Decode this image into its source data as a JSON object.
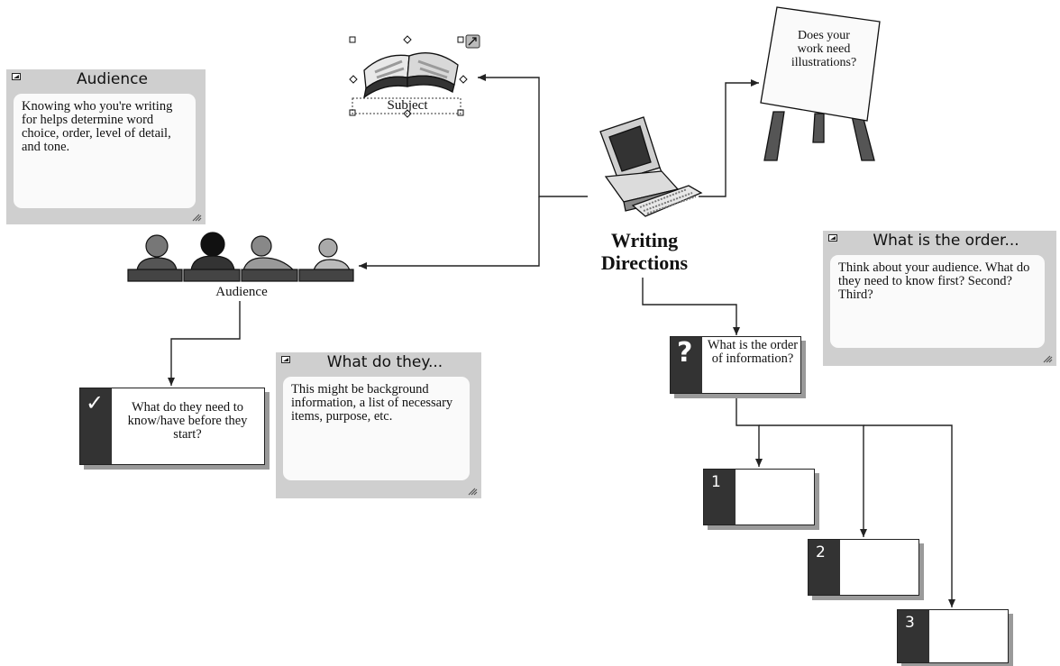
{
  "central_topic": {
    "title_line1": "Writing",
    "title_line2": "Directions",
    "icon": "computer-icon"
  },
  "subject": {
    "label": "Subject",
    "icon": "open-book-icon"
  },
  "audience": {
    "label": "Audience",
    "icon": "people-icon"
  },
  "illustration": {
    "line1": "Does your",
    "line2": "work need",
    "line3": "illustrations?",
    "icon": "easel-icon"
  },
  "notes": {
    "audience": {
      "title": "Audience",
      "body": "Knowing who you're writing for helps determine word choice, order, level of detail, and tone."
    },
    "order": {
      "title": "What is the order...",
      "body": "Think about your audience. What do they need to know first? Second? Third?"
    },
    "need": {
      "title": "What do they...",
      "body": "This might be background information, a list of necessary items, purpose, etc."
    }
  },
  "topics": {
    "need": {
      "badge": "✓",
      "text": "What do they need to know/have before they start?"
    },
    "order": {
      "badge": "?",
      "text": "What is the order of information?"
    },
    "steps": [
      {
        "number": "1"
      },
      {
        "number": "2"
      },
      {
        "number": "3"
      }
    ]
  },
  "colors": {
    "note_bg": "#cfcfcf",
    "note_body": "#fafafa",
    "strip": "#333333",
    "shadow": "#9a9a9a",
    "line": "#222222"
  }
}
